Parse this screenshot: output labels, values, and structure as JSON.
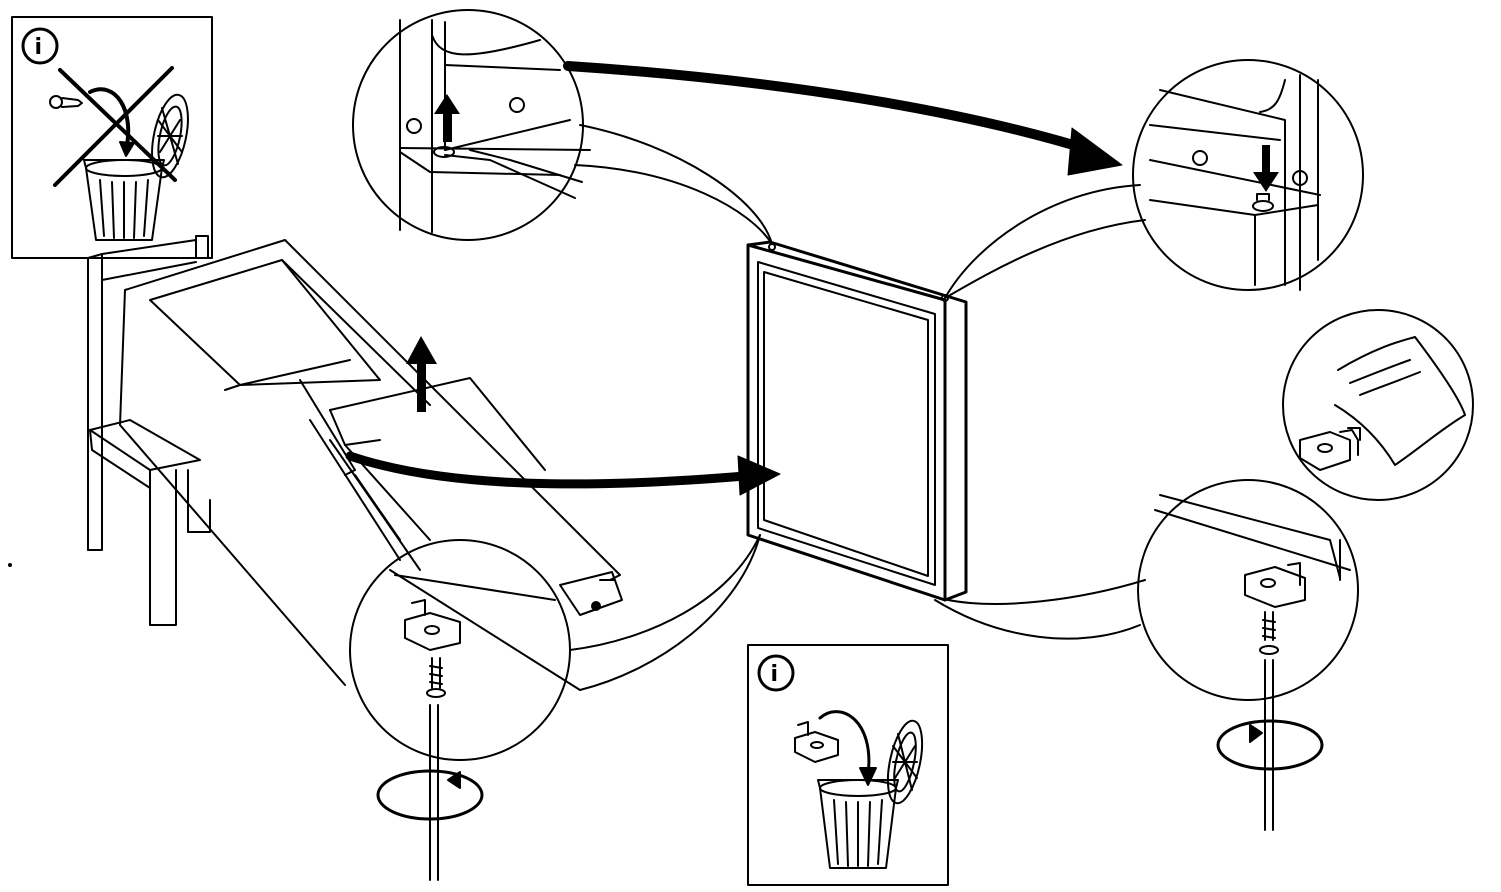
{
  "panels": {
    "info_top_left": {
      "badge": "i",
      "meaning": "do-not-discard"
    },
    "info_bottom_center": {
      "badge": "i",
      "meaning": "discard-to-bin"
    }
  },
  "colors": {
    "stroke": "#000000",
    "background": "#ffffff"
  },
  "icons": [
    "info-icon",
    "trash-bin-icon",
    "cross-icon",
    "rotate-icon",
    "arrow-icon",
    "screw-icon",
    "hinge-bracket-icon",
    "bag-icon",
    "screwdriver-icon"
  ]
}
